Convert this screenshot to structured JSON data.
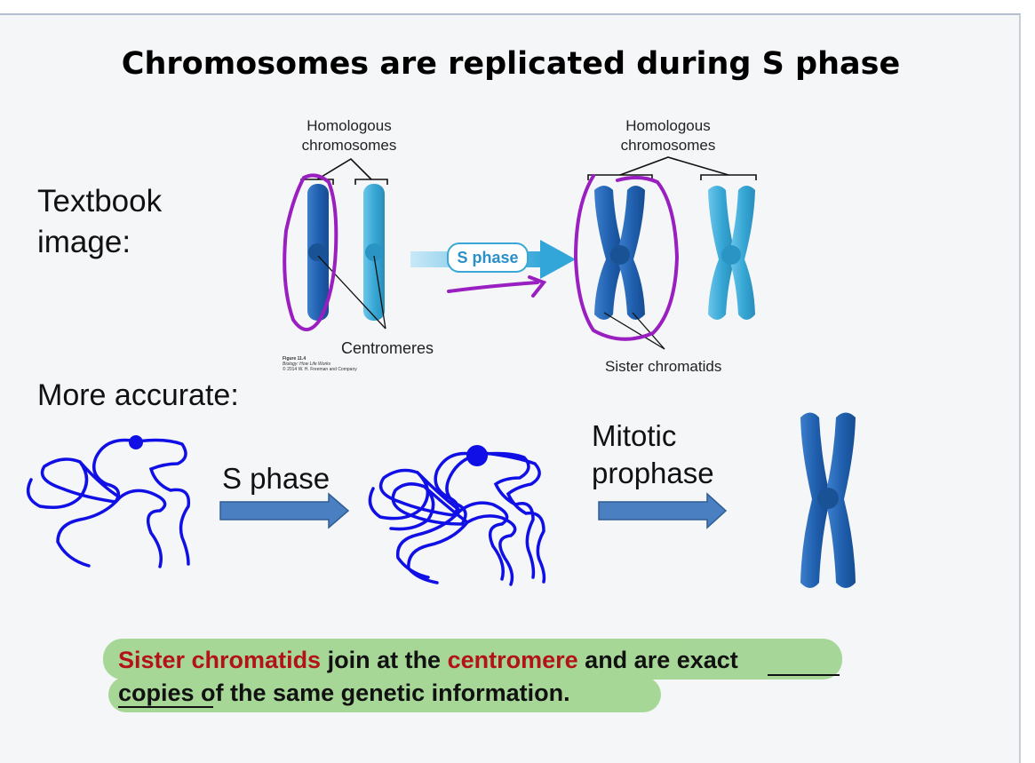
{
  "slide": {
    "title": "Chromosomes are replicated during S phase",
    "textbook_label": "Textbook image:",
    "accurate_label": "More accurate:"
  },
  "figure": {
    "homologous_left": "Homologous chromosomes",
    "homologous_right": "Homologous chromosomes",
    "s_phase_pill": "S phase",
    "centromeres": "Centromeres",
    "sister_chromatids": "Sister chromatids",
    "credit": [
      "Figure 11.4",
      "Biology: How Life Works",
      "© 2014 W. H. Freeman and Company"
    ]
  },
  "diagram": {
    "s_phase_label": "S phase",
    "mitotic_label": "Mitotic prophase"
  },
  "caption": {
    "part1": "Sister chromatids",
    "part2": " join at the ",
    "part3": "centromere",
    "part4": " and are ",
    "part5": "exact",
    "part6": "copies ",
    "part7": "of the same genetic information."
  },
  "colors": {
    "dark_blue": "#1f5fae",
    "light_blue": "#35a6d4",
    "ink_purple": "#9a1fc0",
    "ink_blue": "#1010e6",
    "arrow_blue": "#4a7fc1",
    "highlight": "#9ed48d",
    "red_text": "#b3121a"
  }
}
